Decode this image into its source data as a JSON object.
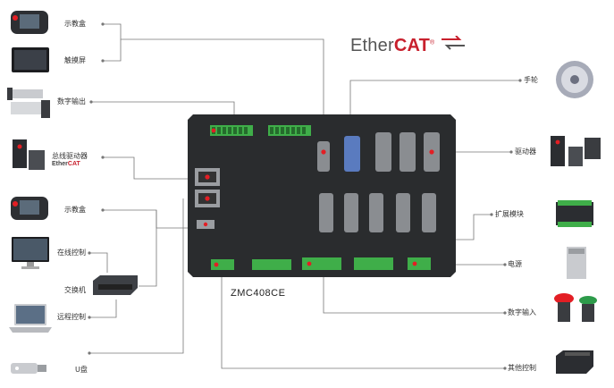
{
  "brand": {
    "word1": "Ether",
    "word2": "CAT",
    "mark": "®",
    "small_word1": "Ether",
    "small_word2": "CAT",
    "color_red": "#c8202d"
  },
  "controller": {
    "model": "ZMC408CE",
    "body_color": "#2a2c2e",
    "terminal_color": "#3fae49"
  },
  "left_labels": {
    "teach_pendant_1": "示教盒",
    "touch_screen": "触摸屏",
    "digital_output": "数字输出",
    "bus_driver": "总线驱动器",
    "teach_pendant_2": "示教盒",
    "online_control": "在线控制",
    "switch": "交换机",
    "remote_control": "远程控制",
    "usb_disk": "U盘"
  },
  "right_labels": {
    "handwheel": "手轮",
    "driver": "驱动器",
    "expansion_module": "扩展模块",
    "power": "电源",
    "digital_input": "数字输入",
    "other_control": "其他控制"
  },
  "icons": {
    "teach_pendant": "teach-pendant-icon",
    "touch_screen": "touch-screen-icon",
    "cylinder": "cylinder-icon",
    "servo_drive": "servo-drive-icon",
    "monitor": "monitor-icon",
    "network_switch": "network-switch-icon",
    "laptop": "laptop-icon",
    "usb_drive": "usb-drive-icon",
    "handwheel": "handwheel-icon",
    "motor_driver": "motor-driver-icon",
    "expansion_board": "expansion-board-icon",
    "power_supply": "power-supply-icon",
    "push_button": "push-button-icon",
    "io_module": "io-module-icon"
  }
}
